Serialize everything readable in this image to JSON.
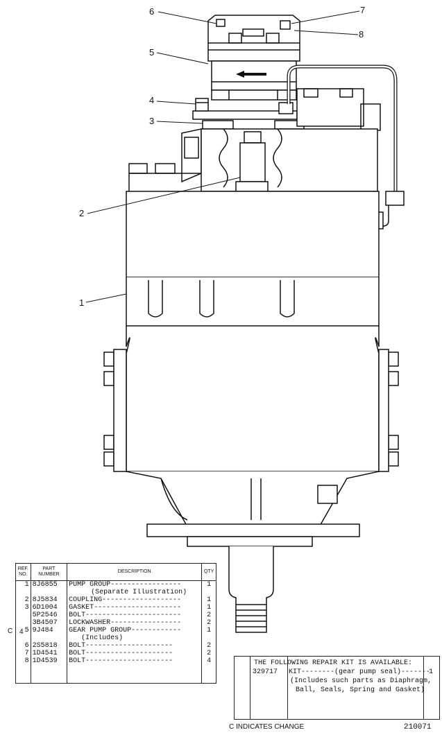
{
  "callouts": [
    {
      "label": "6"
    },
    {
      "label": "7"
    },
    {
      "label": "8"
    },
    {
      "label": "5"
    },
    {
      "label": "4"
    },
    {
      "label": "3"
    },
    {
      "label": "2"
    },
    {
      "label": "1"
    }
  ],
  "parts_table": {
    "headers": {
      "ref": "REF. NO.",
      "part": "PART NUMBER",
      "desc": "DESCRIPTION",
      "qty": "QTY"
    },
    "rows": [
      {
        "ref": "1",
        "part": "8J6855",
        "desc": "PUMP GROUP-----------------",
        "qty": "1"
      },
      {
        "ref": "",
        "part": "",
        "desc": "(Separate Illustration)",
        "qty": ""
      },
      {
        "ref": "2",
        "part": "8J5834",
        "desc": "COUPLING-------------------",
        "qty": "1"
      },
      {
        "ref": "3",
        "part": "6D1004",
        "desc": "GASKET---------------------",
        "qty": "1"
      },
      {
        "ref": "",
        "part": "5P2546",
        "desc": "BOLT-----------------------",
        "qty": "2"
      },
      {
        "ref": "",
        "part": "3B4507",
        "desc": "LOCKWASHER-----------------",
        "qty": "2"
      },
      {
        "ref": "5",
        "part": "9J484",
        "desc": "GEAR PUMP GROUP------------",
        "qty": "1"
      },
      {
        "ref": "",
        "part": "",
        "desc": "(Includes)",
        "qty": ""
      },
      {
        "ref": "6",
        "part": "2S5818",
        "desc": "  BOLT---------------------",
        "qty": "2"
      },
      {
        "ref": "7",
        "part": "1D4541",
        "desc": "  BOLT---------------------",
        "qty": "2"
      },
      {
        "ref": "8",
        "part": "1D4539",
        "desc": "  BOLT---------------------",
        "qty": "4"
      }
    ],
    "change_marker": "C",
    "brace_ref": "4"
  },
  "repair_kit": {
    "title": "THE FOLLOWING REPAIR KIT IS AVAILABLE:",
    "part": "329717",
    "desc_line1": "KIT--------(gear pump seal)-------",
    "desc_line2": "(Includes such parts as Diaphragm,",
    "desc_line3": "Ball, Seals, Spring and Gasket)",
    "qty": "1"
  },
  "footer": {
    "change_note": "C INDICATES CHANGE",
    "illustration_id": "210071"
  },
  "colors": {
    "line": "#111111",
    "background": "#ffffff"
  }
}
